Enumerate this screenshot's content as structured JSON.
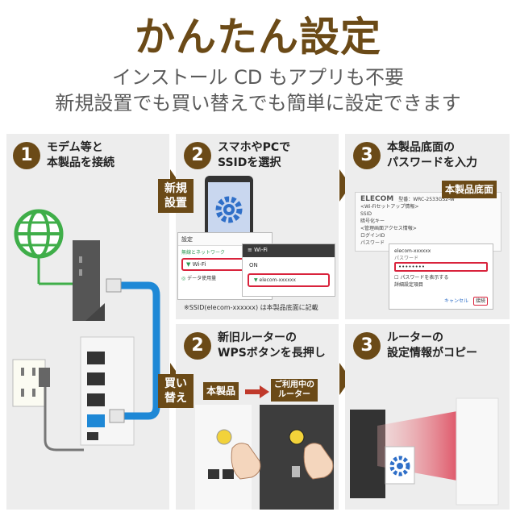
{
  "header": {
    "title": "かんたん設定",
    "subtitle_line1": "インストール CD もアプリも不要",
    "subtitle_line2": "新規設置でも買い替えでも簡単に設定できます"
  },
  "steps": {
    "connect": {
      "number": "1",
      "line1": "モデム等と",
      "line2": "本製品を接続"
    },
    "select_ssid": {
      "number": "2",
      "line1": "スマホやPCで",
      "line2": "SSIDを選択"
    },
    "enter_password": {
      "number": "3",
      "line1": "本製品底面の",
      "line2": "パスワードを入力"
    },
    "wps": {
      "number": "2",
      "line1": "新旧ルーターの",
      "line2": "WPSボタンを長押し"
    },
    "copy": {
      "number": "3",
      "line1": "ルーターの",
      "line2": "設定情報がコピー"
    }
  },
  "tags": {
    "new_line1": "新規",
    "new_line2": "設置",
    "replace_line1": "買い",
    "replace_line2": "替え",
    "this_product": "本製品",
    "old_router_line1": "ご利用中の",
    "old_router_line2": "ルーター",
    "bottom_label": "本製品底面"
  },
  "phone": {
    "settings_title": "設定",
    "network_header": "無線とネットワーク",
    "wifi_item": "Wi-Fi",
    "data_usage": "データ使用量",
    "wifi_title": "Wi-Fi",
    "on_label": "ON",
    "network_name": "elecom-xxxxxx"
  },
  "note": "※SSID(elecom-xxxxxx) は本製品底面に記載",
  "sticker": {
    "brand": "ELECOM",
    "model": "型番：WRC-2533GS2-W",
    "setup_info": "<Wi-Fiセットアップ情報>",
    "ssid": "SSID",
    "encryption_key": "暗号化キー",
    "admin_info": "<管理画面アクセス情報>",
    "login_id": "ログインID",
    "login_password": "パスワード"
  },
  "dialog": {
    "network": "elecom-xxxxxx",
    "password_label": "パスワード",
    "password_value": "••••••••",
    "show_password": "パスワードを表示する",
    "advanced": "詳細設定項目",
    "cancel": "キャンセル",
    "connect": "接続"
  },
  "colors": {
    "brown": "#6b4a17",
    "red": "#d9233c",
    "gray_bg": "#ededed",
    "cable_blue": "#1e88d6",
    "globe_green": "#3fae49"
  }
}
